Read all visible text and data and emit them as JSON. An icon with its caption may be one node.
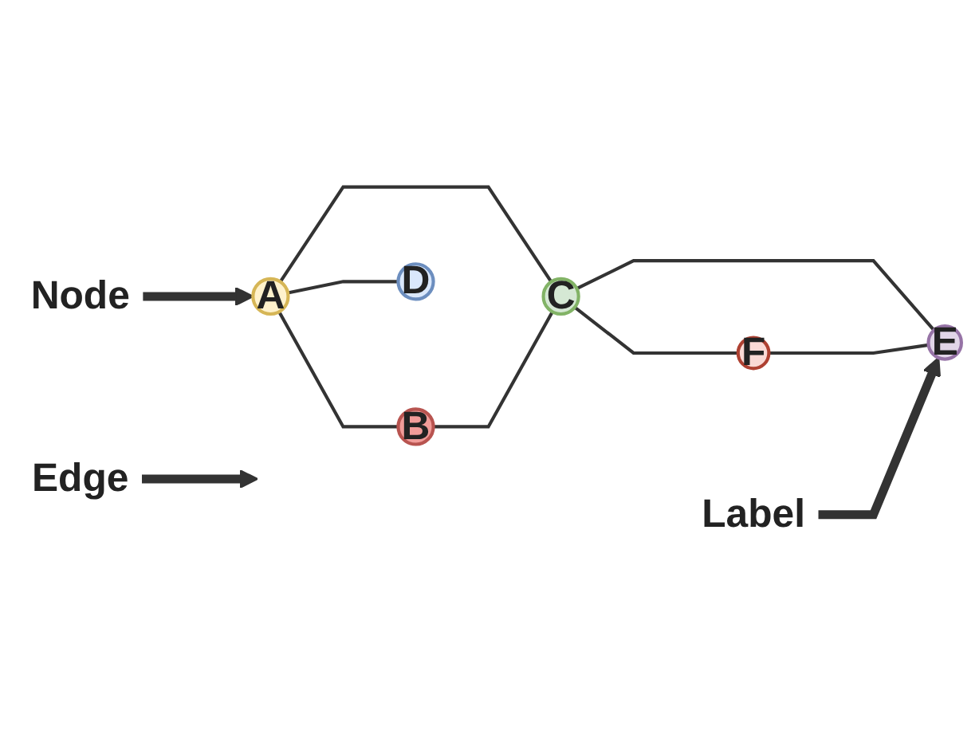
{
  "diagram": {
    "nodes": [
      {
        "text": [
          "B"
        ]
      },
      {
        "text": [
          "Edge"
        ]
      },
      {
        "text": [
          "Node"
        ]
      },
      {
        "text": [
          "A"
        ]
      },
      {
        "text": [
          "C"
        ]
      },
      {
        "text": [
          "F"
        ]
      },
      {
        "text": [
          "Label"
        ]
      },
      {
        "text": [
          "D"
        ]
      },
      {
        "text": [
          "E"
        ]
      }
    ],
    "edges": [
      {
        "from": 3,
        "to": 0,
        "arrow": "none"
      },
      {
        "from": 3,
        "to": 4,
        "arrow": "none"
      },
      {
        "from": 3,
        "to": 7,
        "arrow": "none"
      },
      {
        "from": 0,
        "to": 4,
        "arrow": "none"
      },
      {
        "from": 4,
        "to": 8,
        "arrow": "none"
      },
      {
        "from": 4,
        "to": 5,
        "arrow": "none"
      },
      {
        "from": 5,
        "to": 8,
        "arrow": "none"
      },
      {
        "from": 2,
        "to": 3,
        "arrow": "to",
        "style": "thick"
      },
      {
        "from": 1,
        "to": null,
        "arrow": "to",
        "style": "thick"
      },
      {
        "from": 6,
        "to": 8,
        "arrow": "to",
        "style": "thick"
      }
    ]
  }
}
